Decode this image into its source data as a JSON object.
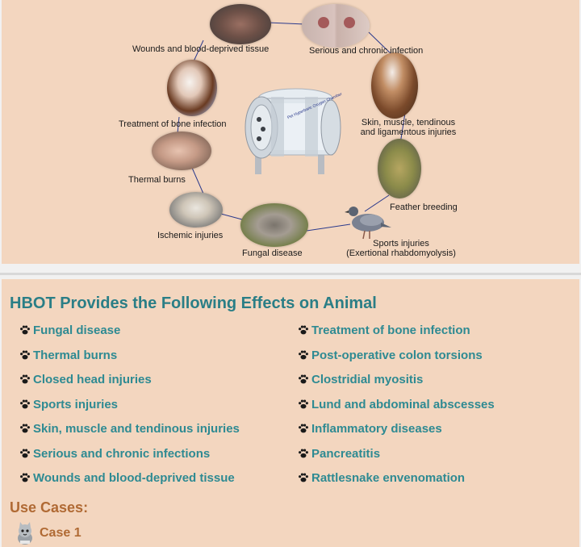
{
  "diagram": {
    "chamber_label": "Pet Hyperbaric Oxygen Chamber",
    "nodes": {
      "wounds": "Wounds and blood-deprived tissue",
      "serious": "Serious and chronic infection",
      "skin_line1": "Skin, muscle, tendinous",
      "skin_line2": "and ligamentous injuries",
      "bone": "Treatment of bone infection",
      "thermal": "Thermal burns",
      "feather": "Feather breeding",
      "ischemic": "Ischemic injuries",
      "fungal": "Fungal disease",
      "sports_line1": "Sports injuries",
      "sports_line2": "(Exertional rhabdomyolysis)"
    }
  },
  "effects": {
    "title": "HBOT Provides the Following Effects on Animal",
    "left": [
      "Fungal disease",
      "Thermal burns",
      "Closed head injuries",
      "Sports injuries",
      "Skin, muscle and tendinous injuries",
      "Serious and chronic infections",
      "Wounds and blood-deprived tissue"
    ],
    "right": [
      "Treatment of bone infection",
      "Post-operative colon torsions",
      "Clostridial myositis",
      "Lund and abdominal abscesses",
      "Inflammatory diseases",
      "Pancreatitis",
      "Rattlesnake envenomation"
    ]
  },
  "use_cases": {
    "title": "Use Cases:",
    "case1": "Case 1"
  },
  "colors": {
    "background": "#f3d6bf",
    "effect_text": "#2e8a92",
    "title_text": "#2a7e86",
    "use_cases_text": "#b06a34",
    "link_line": "#2b3a8c"
  }
}
